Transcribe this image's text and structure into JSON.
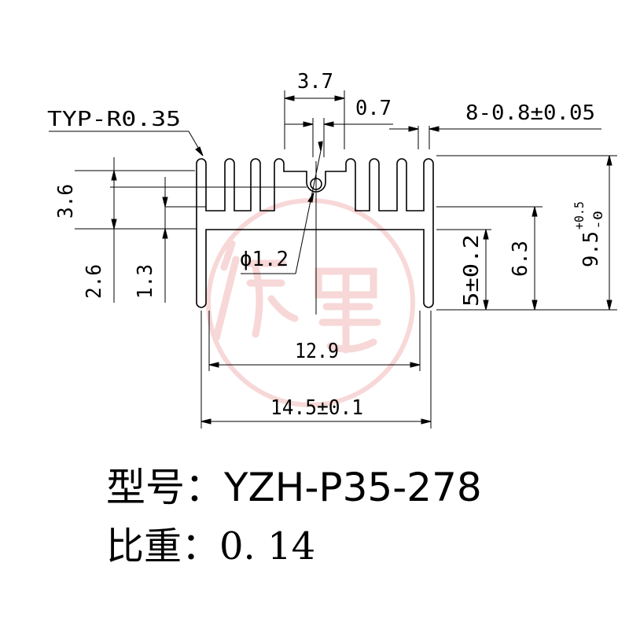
{
  "drawing": {
    "labels": {
      "typ_radius": "TYP-R0.35",
      "notch_width": "3.7",
      "notch_gap": "0.7",
      "fin_thickness": "8-0.8±0.05",
      "height_left_top": "3.6",
      "height_left_bottom": "2.6",
      "slot_depth": "1.3",
      "hole_diameter": "ϕ1.2",
      "inner_width": "12.9",
      "overall_width": "14.5±0.1",
      "inner_height": "5±0.2",
      "fin_height": "6.3",
      "overall_height_base": "9.5",
      "overall_height_tol_plus": "+0.5",
      "overall_height_tol_minus": "-0"
    },
    "colors": {
      "line": "#000000",
      "watermark": "#f2b8b8"
    }
  },
  "caption": {
    "model_label": "型号：",
    "model_value": "YZH-P35-278",
    "weight_label": "比重：",
    "weight_value": "0. 14"
  }
}
